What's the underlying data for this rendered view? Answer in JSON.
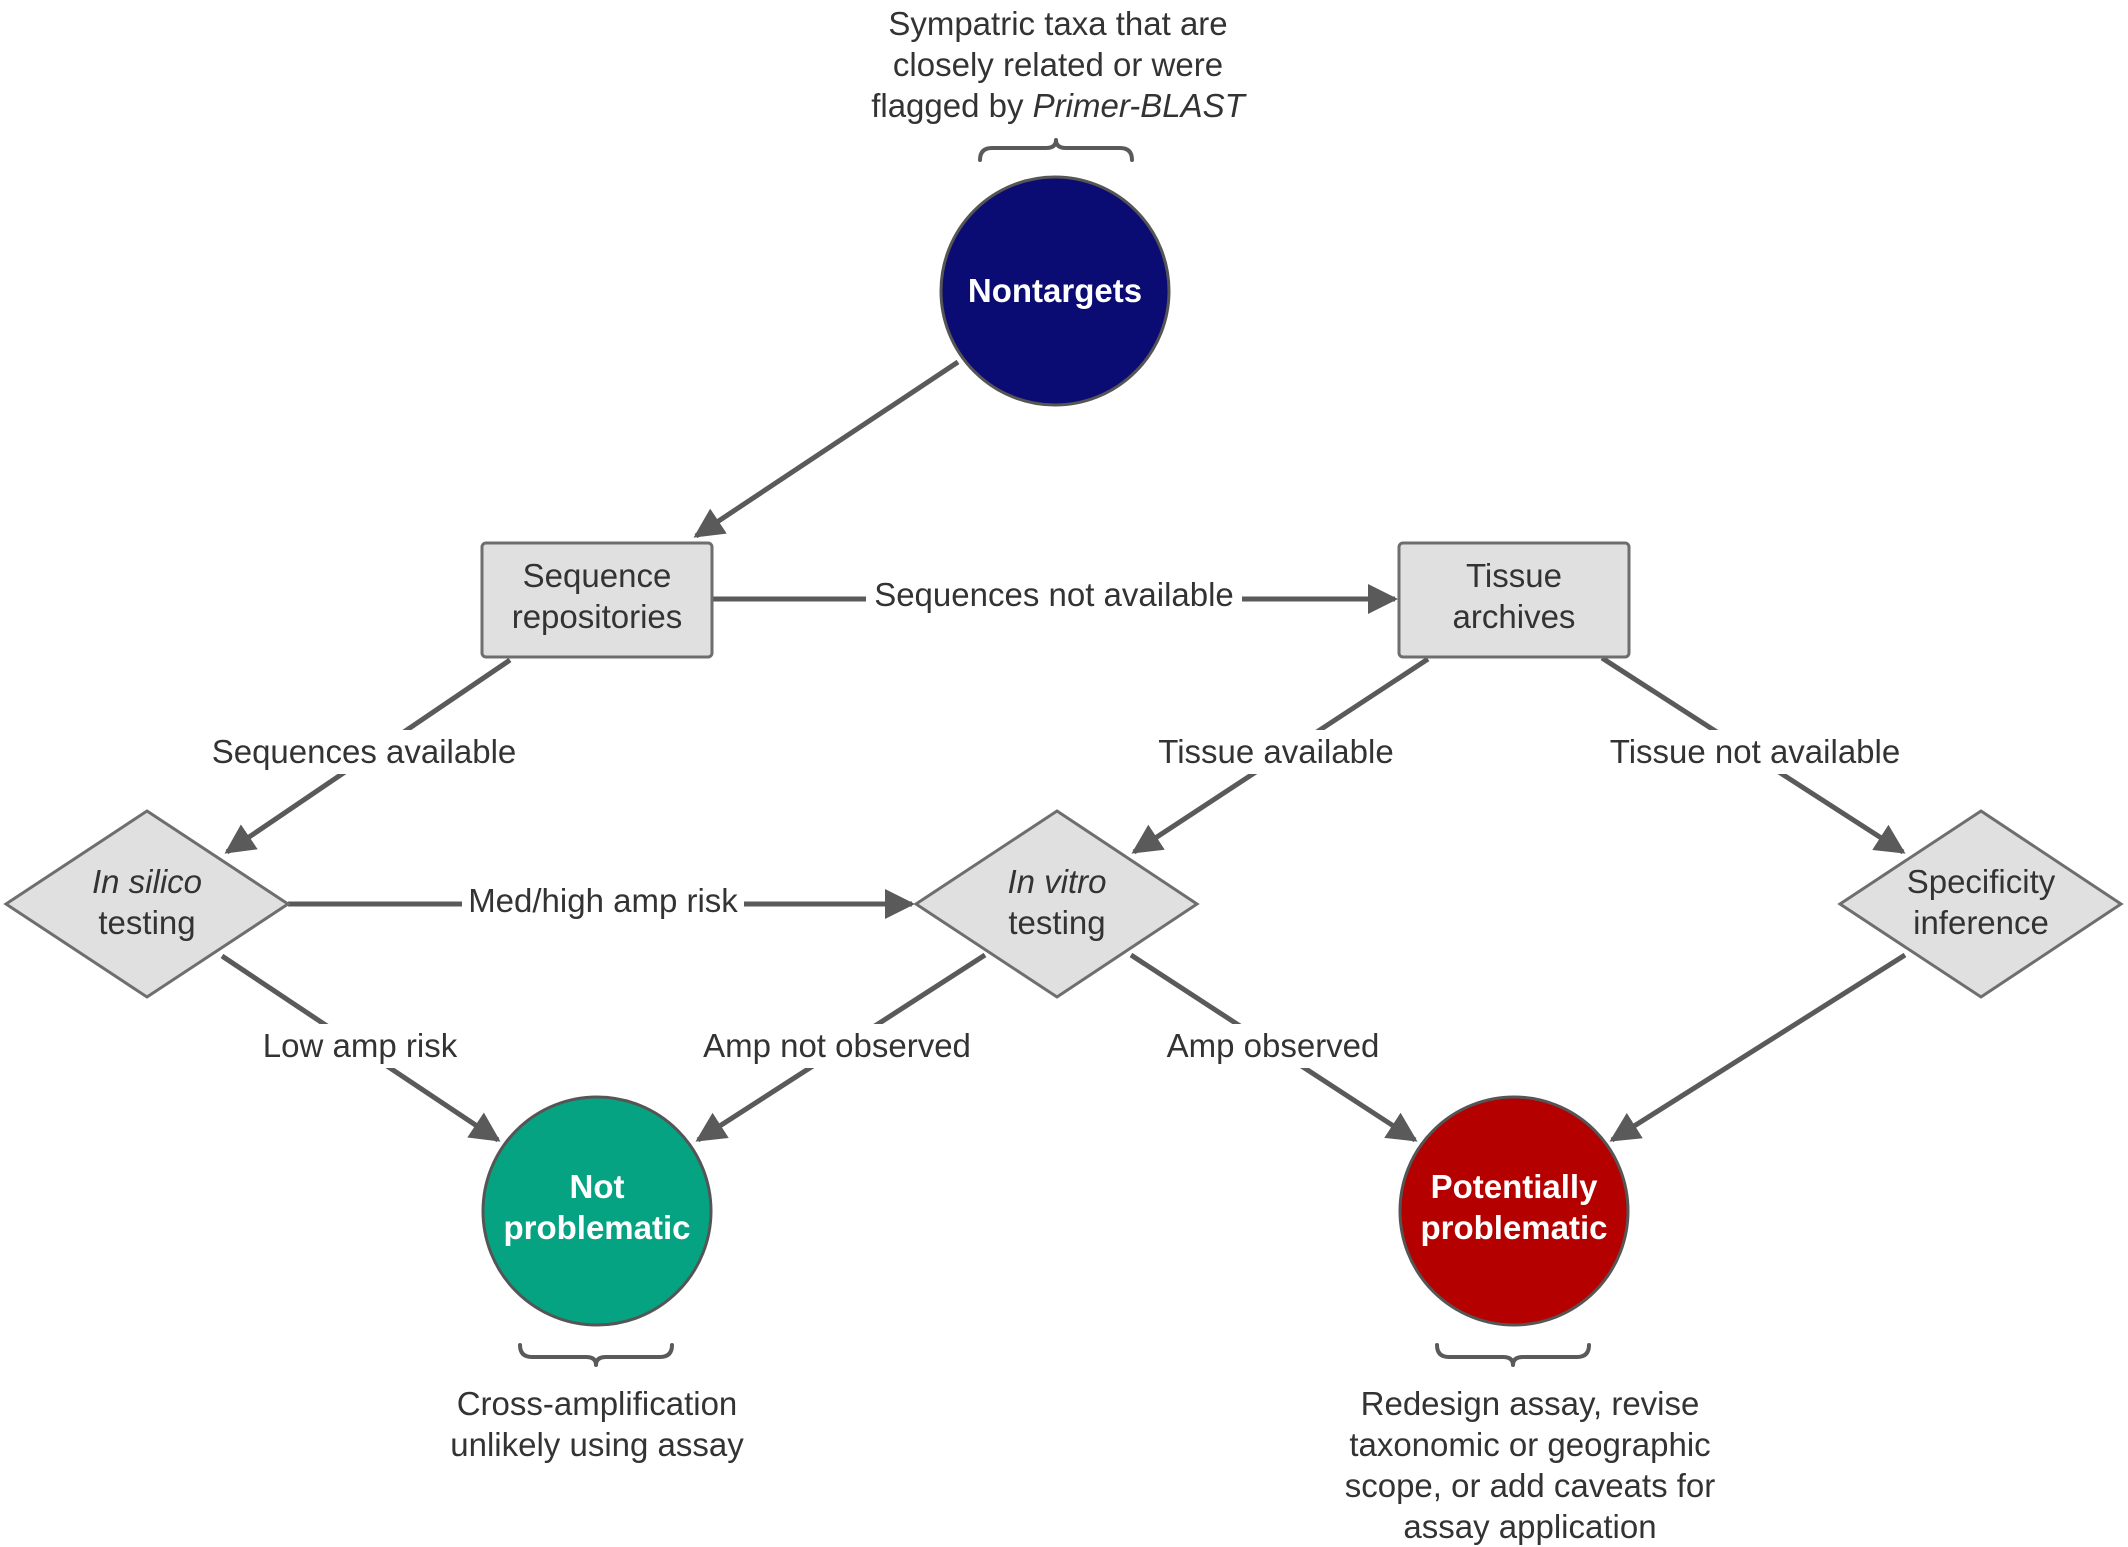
{
  "colors": {
    "nontargets": "#0b0b74",
    "not_problematic": "#05a382",
    "potentially_problematic": "#b50000",
    "process_fill": "#e0e0e0",
    "edge": "#5a5a5a"
  },
  "annotations": {
    "top": {
      "line1": "Sympatric taxa that are",
      "line2": "closely related or were",
      "line3_prefix": "flagged by ",
      "line3_italic": "Primer-BLAST"
    },
    "not_problematic_note": {
      "line1": "Cross-amplification",
      "line2": "unlikely using assay"
    },
    "potentially_problematic_note": {
      "line1": "Redesign assay, revise",
      "line2": "taxonomic or geographic",
      "line3": "scope, or add caveats for",
      "line4": "assay application"
    }
  },
  "nodes": {
    "nontargets": {
      "label": "Nontargets"
    },
    "sequence_repositories": {
      "line1": "Sequence",
      "line2": "repositories"
    },
    "tissue_archives": {
      "line1": "Tissue",
      "line2": "archives"
    },
    "in_silico_testing": {
      "line1": "In silico",
      "line2": "testing"
    },
    "in_vitro_testing": {
      "line1": "In vitro",
      "line2": "testing"
    },
    "specificity_inference": {
      "line1": "Specificity",
      "line2": "inference"
    },
    "not_problematic": {
      "line1": "Not",
      "line2": "problematic"
    },
    "potentially_problematic": {
      "line1": "Potentially",
      "line2": "problematic"
    }
  },
  "edges": {
    "sequences_not_available": "Sequences not available",
    "sequences_available": "Sequences available",
    "tissue_available": "Tissue available",
    "tissue_not_available": "Tissue not available",
    "med_high_amp_risk": "Med/high amp risk",
    "low_amp_risk": "Low amp risk",
    "amp_not_observed": "Amp not observed",
    "amp_observed": "Amp observed"
  }
}
